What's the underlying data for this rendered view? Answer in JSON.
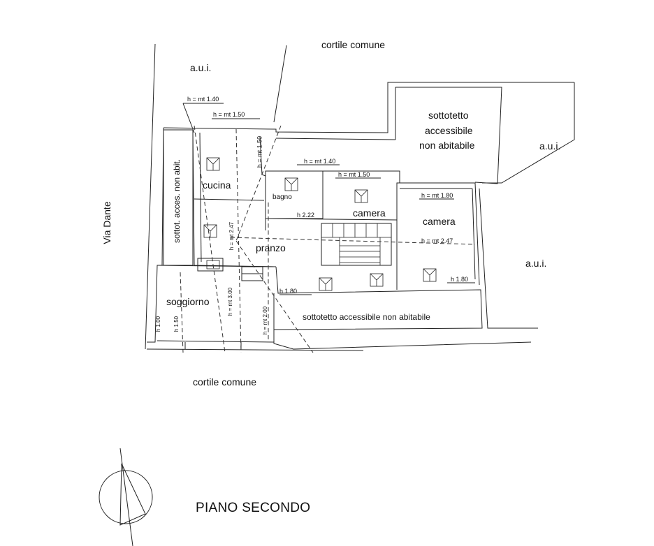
{
  "title": "PIANO SECONDO",
  "street": "Via Dante",
  "areas": {
    "courtyard_top": "cortile comune",
    "courtyard_bottom": "cortile comune",
    "aui_top": "a.u.i.",
    "aui_right_top": "a.u.i.",
    "aui_right_bottom": "a.u.i."
  },
  "rooms": {
    "attic_top_line1": "sottotetto",
    "attic_top_line2": "accessibile",
    "attic_top_line3": "non abitabile",
    "attic_left": "sottot. acces. non abit.",
    "kitchen": "cucina",
    "bathroom": "bagno",
    "bedroom_1": "camera",
    "bedroom_2": "camera",
    "dining": "pranzo",
    "living": "soggiorno",
    "attic_bottom": "sottotetto accessibile non abitabile"
  },
  "heights": {
    "h_140_top": "h = mt 1.40",
    "h_150_top": "h = mt 1.50",
    "h_150_vertical": "h = mt 1.50",
    "h_140_mid": "h = mt 1.40",
    "h_150_mid": "h = mt 1.50",
    "h_180_camera": "h = mt 1.80",
    "h_222": "h 2.22",
    "h_247_vertical": "h = mt 2.47",
    "h_247_horizontal": "h = mt 2.47",
    "h_180_left": "h  1.80",
    "h_180_right": "h  1.80",
    "h_100": "h  1.00",
    "h_150_small": "h  1.50",
    "h_300": "h = mt 3.00",
    "h_200": "h = mt 2.00"
  }
}
